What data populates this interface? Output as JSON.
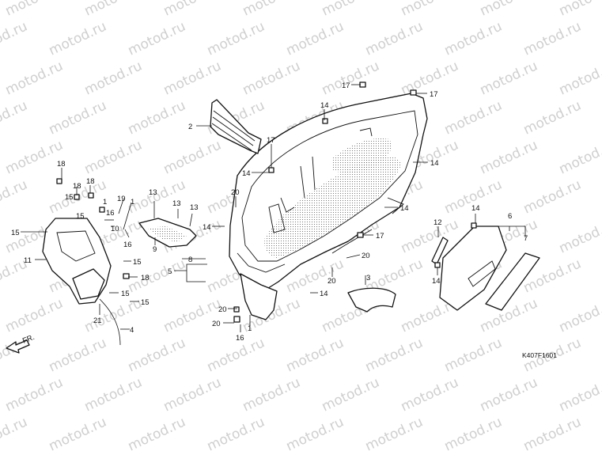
{
  "watermark": "motod.ru",
  "diagram_code": "K407F1601",
  "direction_label": "FR.",
  "callouts": [
    "1",
    "2",
    "3",
    "4",
    "5",
    "6",
    "7",
    "8",
    "9",
    "10",
    "11",
    "12",
    "13",
    "14",
    "15",
    "16",
    "17",
    "18",
    "19",
    "20",
    "21"
  ]
}
